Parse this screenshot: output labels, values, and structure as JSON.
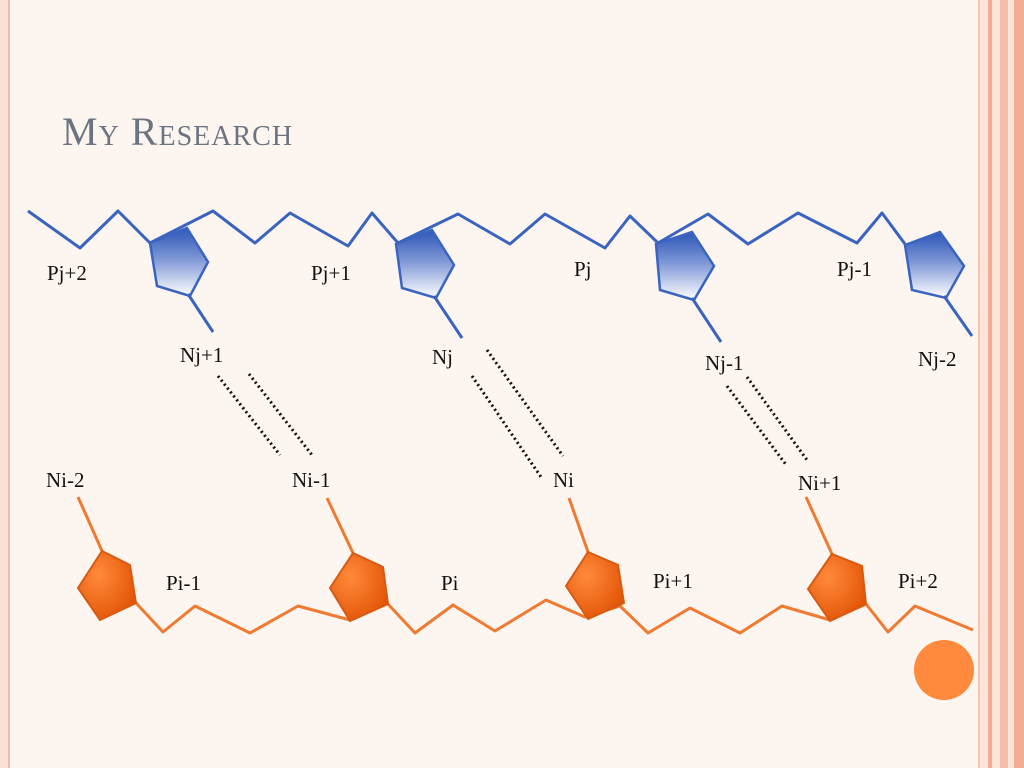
{
  "slide": {
    "title": "My Research"
  },
  "strand_j": {
    "backbone_labels": [
      "Pj+2",
      "Pj+1",
      "Pj",
      "Pj-1"
    ],
    "base_labels": [
      "Nj+1",
      "Nj",
      "Nj-1",
      "Nj-2"
    ],
    "color": "#3a64c0"
  },
  "strand_i": {
    "base_labels": [
      "Ni-2",
      "Ni-1",
      "Ni",
      "Ni+1"
    ],
    "backbone_labels": [
      "Pi-1",
      "Pi",
      "Pi+1",
      "Pi+2"
    ],
    "color": "#ff6a13"
  },
  "accent": {
    "orange": "#ff8a3d",
    "frame": "#f3ad95",
    "title_color": "#6b7480"
  }
}
